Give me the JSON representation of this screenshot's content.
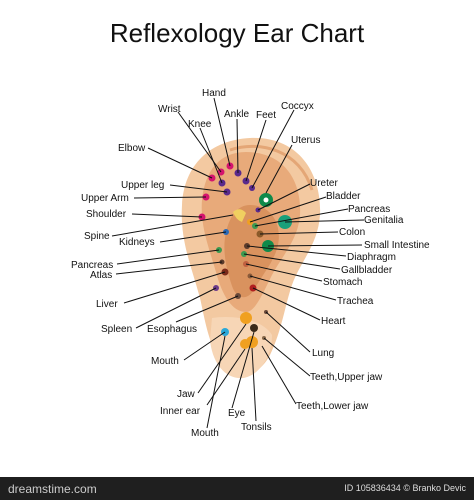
{
  "title": "Reflexology Ear Chart",
  "footer": {
    "left": "dreamstime.com",
    "id_label": "ID 105836434",
    "credit": "© Branko Devic"
  },
  "labels": [
    {
      "id": "hand",
      "text": "Hand"
    },
    {
      "id": "wrist",
      "text": "Wrist"
    },
    {
      "id": "knee",
      "text": "Knee"
    },
    {
      "id": "ankle",
      "text": "Ankle"
    },
    {
      "id": "feet",
      "text": "Feet"
    },
    {
      "id": "coccyx",
      "text": "Coccyx"
    },
    {
      "id": "uterus",
      "text": "Uterus"
    },
    {
      "id": "elbow",
      "text": "Elbow"
    },
    {
      "id": "upper-leg",
      "text": "Upper leg"
    },
    {
      "id": "upper-arm",
      "text": "Upper Arm"
    },
    {
      "id": "shoulder",
      "text": "Shoulder"
    },
    {
      "id": "spine",
      "text": "Spine"
    },
    {
      "id": "kidneys",
      "text": "Kidneys"
    },
    {
      "id": "pancreas-left",
      "text": "Pancreas"
    },
    {
      "id": "atlas",
      "text": "Atlas"
    },
    {
      "id": "liver",
      "text": "Liver"
    },
    {
      "id": "spleen",
      "text": "Spleen"
    },
    {
      "id": "esophagus",
      "text": "Esophagus"
    },
    {
      "id": "mouth-left",
      "text": "Mouth"
    },
    {
      "id": "jaw",
      "text": "Jaw"
    },
    {
      "id": "inner-ear",
      "text": "Inner ear"
    },
    {
      "id": "eye",
      "text": "Eye"
    },
    {
      "id": "mouth-bottom",
      "text": "Mouth"
    },
    {
      "id": "tonsils",
      "text": "Tonsils"
    },
    {
      "id": "ureter",
      "text": "Ureter"
    },
    {
      "id": "bladder",
      "text": "Bladder"
    },
    {
      "id": "pancreas-right",
      "text": "Pancreas"
    },
    {
      "id": "genitalia",
      "text": "Genitalia"
    },
    {
      "id": "colon",
      "text": "Colon"
    },
    {
      "id": "small-intestine",
      "text": "Small Intestine"
    },
    {
      "id": "diaphragm",
      "text": "Diaphragm"
    },
    {
      "id": "gallbladder",
      "text": "Gallbladder"
    },
    {
      "id": "stomach",
      "text": "Stomach"
    },
    {
      "id": "trachea",
      "text": "Trachea"
    },
    {
      "id": "heart",
      "text": "Heart"
    },
    {
      "id": "lung",
      "text": "Lung"
    },
    {
      "id": "teeth-upper-jaw",
      "text": "Teeth,Upper jaw"
    },
    {
      "id": "teeth-lower-jaw",
      "text": "Teeth,Lower jaw"
    }
  ],
  "colors": {
    "ear_outer": "#f3c9a1",
    "ear_inner": "#e8aa7a",
    "ear_cavity": "#d9925e",
    "magenta": "#d4146e",
    "purple": "#5a2a8c",
    "green": "#0f8a4a",
    "teal": "#1aa07a",
    "orange": "#f0a020",
    "cyan": "#2aa8d8"
  }
}
